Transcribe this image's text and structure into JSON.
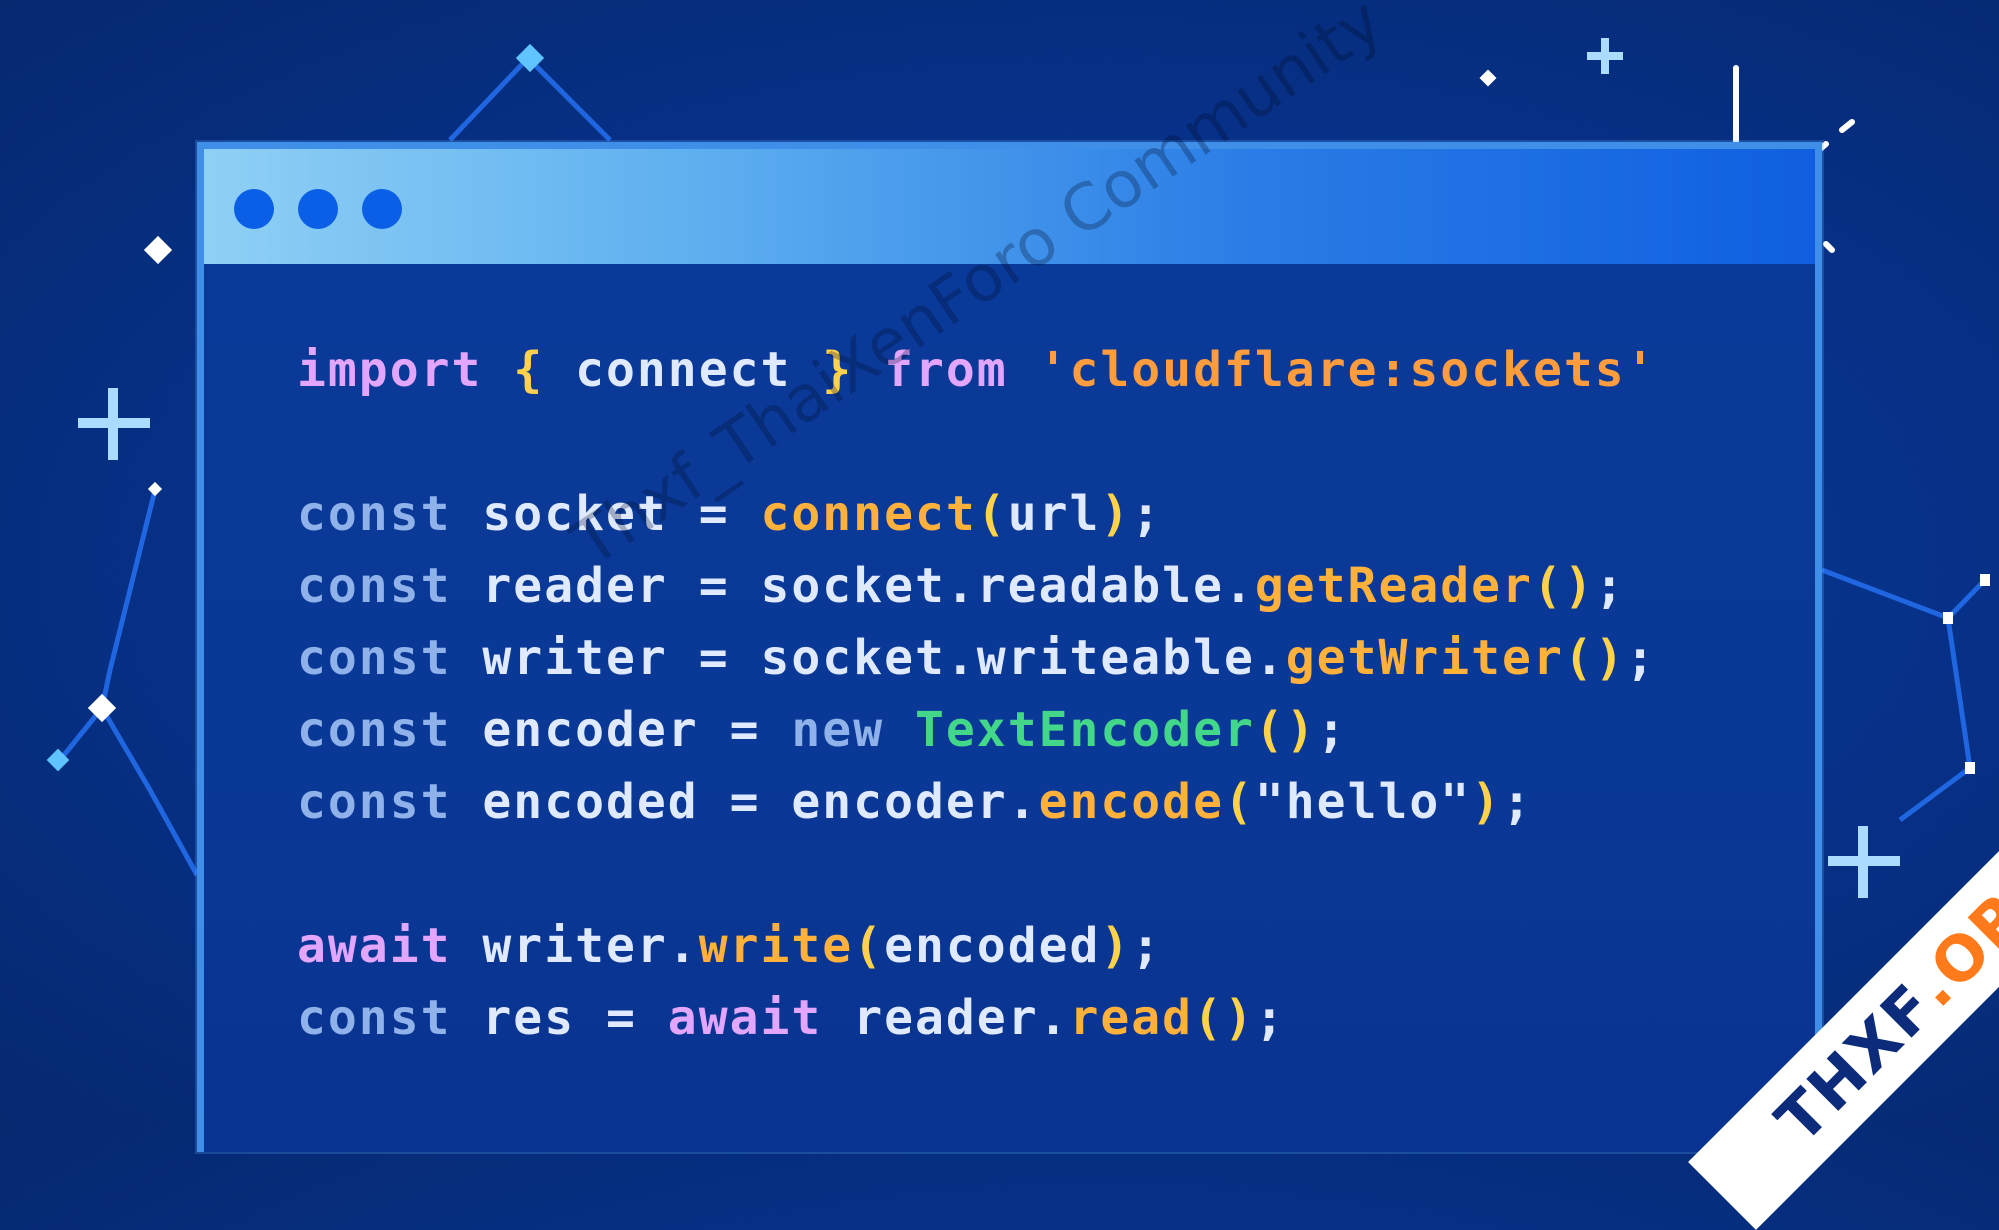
{
  "code": {
    "lines": [
      [
        {
          "t": "import",
          "c": "kw"
        },
        {
          "t": " ",
          "c": "id"
        },
        {
          "t": "{",
          "c": "pun"
        },
        {
          "t": " connect ",
          "c": "id"
        },
        {
          "t": "}",
          "c": "pun"
        },
        {
          "t": " ",
          "c": "id"
        },
        {
          "t": "from",
          "c": "kw"
        },
        {
          "t": " ",
          "c": "id"
        },
        {
          "t": "'cloudflare:sockets'",
          "c": "str"
        }
      ],
      [],
      [
        {
          "t": "const",
          "c": "decl"
        },
        {
          "t": " socket = ",
          "c": "id"
        },
        {
          "t": "connect",
          "c": "fn"
        },
        {
          "t": "(",
          "c": "pun"
        },
        {
          "t": "url",
          "c": "id"
        },
        {
          "t": ")",
          "c": "pun"
        },
        {
          "t": ";",
          "c": "id"
        }
      ],
      [
        {
          "t": "const",
          "c": "decl"
        },
        {
          "t": " reader = socket.readable.",
          "c": "id"
        },
        {
          "t": "getReader",
          "c": "fn"
        },
        {
          "t": "()",
          "c": "pun"
        },
        {
          "t": ";",
          "c": "id"
        }
      ],
      [
        {
          "t": "const",
          "c": "decl"
        },
        {
          "t": " writer = socket.writeable.",
          "c": "id"
        },
        {
          "t": "getWriter",
          "c": "fn"
        },
        {
          "t": "()",
          "c": "pun"
        },
        {
          "t": ";",
          "c": "id"
        }
      ],
      [
        {
          "t": "const",
          "c": "decl"
        },
        {
          "t": " encoder = ",
          "c": "id"
        },
        {
          "t": "new",
          "c": "decl"
        },
        {
          "t": " ",
          "c": "id"
        },
        {
          "t": "TextEncoder",
          "c": "cls"
        },
        {
          "t": "()",
          "c": "pun"
        },
        {
          "t": ";",
          "c": "id"
        }
      ],
      [
        {
          "t": "const",
          "c": "decl"
        },
        {
          "t": " encoded = encoder.",
          "c": "id"
        },
        {
          "t": "encode",
          "c": "fn"
        },
        {
          "t": "(",
          "c": "pun"
        },
        {
          "t": "\"hello\"",
          "c": "id"
        },
        {
          "t": ")",
          "c": "pun"
        },
        {
          "t": ";",
          "c": "id"
        }
      ],
      [],
      [
        {
          "t": "await",
          "c": "kw"
        },
        {
          "t": " writer.",
          "c": "id"
        },
        {
          "t": "write",
          "c": "fn"
        },
        {
          "t": "(",
          "c": "pun"
        },
        {
          "t": "encoded",
          "c": "id"
        },
        {
          "t": ")",
          "c": "pun"
        },
        {
          "t": ";",
          "c": "id"
        }
      ],
      [
        {
          "t": "const",
          "c": "decl"
        },
        {
          "t": " res = ",
          "c": "id"
        },
        {
          "t": "await",
          "c": "kw"
        },
        {
          "t": " reader.",
          "c": "id"
        },
        {
          "t": "read",
          "c": "fn"
        },
        {
          "t": "()",
          "c": "pun"
        },
        {
          "t": ";",
          "c": "id"
        }
      ]
    ]
  },
  "watermark": "Thxf_ThaiXenForo Community",
  "ribbon": {
    "part1": "THXF",
    "part2": ".ORG"
  },
  "colors": {
    "keyword": "#e3a6ff",
    "declaration": "#8fb2ea",
    "string": "#ff9c3d",
    "function": "#ffb13b",
    "class": "#43d78a",
    "punctuation": "#ffd24a",
    "text": "#dfe9ff",
    "window_dot": "#0b5ee6"
  },
  "icons": [
    "sparkle-icon",
    "diamond-icon",
    "plus-star-icon",
    "window-dot-icon"
  ]
}
